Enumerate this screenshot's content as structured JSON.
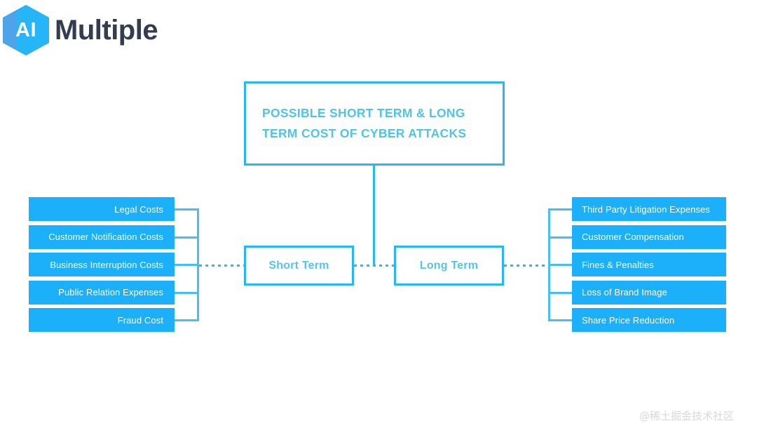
{
  "brand": {
    "mark_text": "AI",
    "word": "Multiple",
    "hex_color": "#29B6F6",
    "word_color": "#333D52"
  },
  "diagram": {
    "title": "POSSIBLE SHORT TERM & LONG TERM COST OF CYBER ATTACKS",
    "title_color": "#4FC3E8",
    "accent_color": "#29B6F6",
    "bar_color": "#1CB0FB",
    "branches": [
      {
        "id": "short-term",
        "label": "Short Term",
        "side": "left",
        "items": [
          "Legal Costs",
          "Customer  Notification Costs",
          "Business Interruption Costs",
          "Public Relation Expenses",
          "Fraud Cost"
        ]
      },
      {
        "id": "long-term",
        "label": "Long Term",
        "side": "right",
        "items": [
          "Third Party Litigation Expenses",
          "Customer Compensation",
          "Fines & Penalties",
          "Loss of Brand Image",
          "Share Price Reduction"
        ]
      }
    ]
  },
  "watermark": "@稀土掘金技术社区"
}
